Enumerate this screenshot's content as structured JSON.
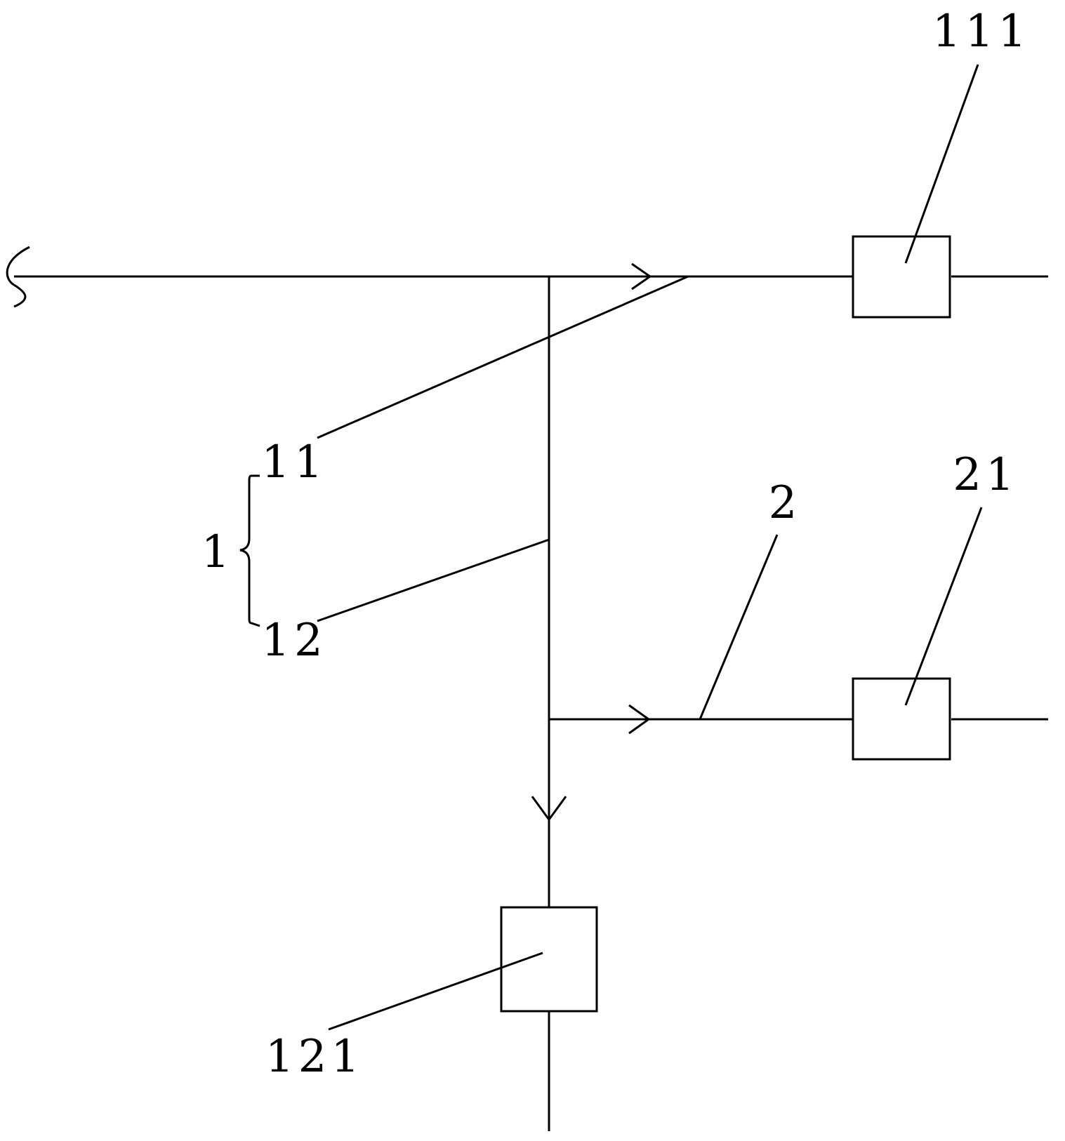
{
  "labels": {
    "device_111": "111",
    "pipe_11": "11",
    "group_1": "1",
    "pipe_12": "12",
    "pipe_2": "2",
    "device_21": "21",
    "device_121": "121"
  }
}
